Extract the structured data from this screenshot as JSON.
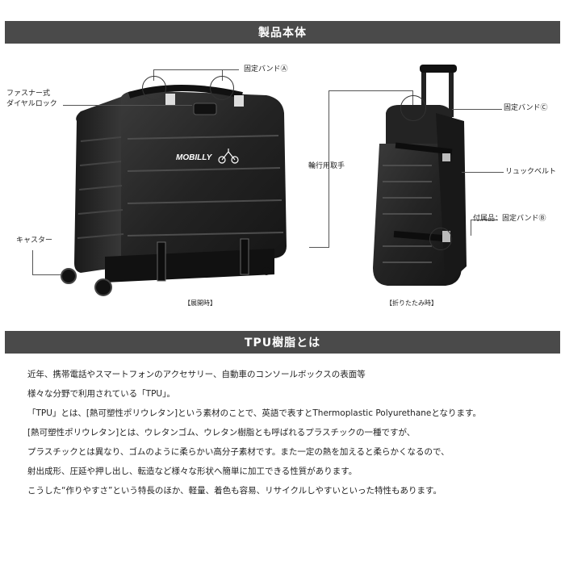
{
  "section1": {
    "title": "製品本体"
  },
  "labels": {
    "fixed_band_a": "固定バンドⒶ",
    "zipper_lock_line1": "ファスナー式",
    "zipper_lock_line2": "ダイヤルロック",
    "casters": "キャスター",
    "transport_handle": "輪行用取手",
    "fixed_band_c": "固定バンドⒸ",
    "backpack_belt": "リュックベルト",
    "accessory_band_b": "付属品：固定バンドⒷ"
  },
  "captions": {
    "open": "【展開時】",
    "folded": "【折りたたみ時】"
  },
  "product": {
    "brand": "MOBILLY"
  },
  "section2": {
    "title": "TPU樹脂とは",
    "paragraphs": [
      "近年、携帯電話やスマートフォンのアクセサリー、自動車のコンソールボックスの表面等",
      "様々な分野で利用されている「TPU」。",
      "「TPU」とは、[熱可塑性ポリウレタン]という素材のことで、英語で表すとThermoplastic Polyurethaneとなります。",
      "[熱可塑性ポリウレタン]とは、ウレタンゴム、ウレタン樹脂とも呼ばれるプラスチックの一種ですが、",
      "プラスチックとは異なり、ゴムのように柔らかい高分子素材です。また一定の熱を加えると柔らかくなるので、",
      "射出成形、圧延や押し出し、転造など様々な形状へ簡単に加工できる性質があります。",
      "こうした“作りやすさ”という特長のほか、軽量、着色も容易、リサイクルしやすいといった特性もあります。"
    ]
  },
  "colors": {
    "banner": "#4a4a4a",
    "case": "#2a2a2a"
  }
}
